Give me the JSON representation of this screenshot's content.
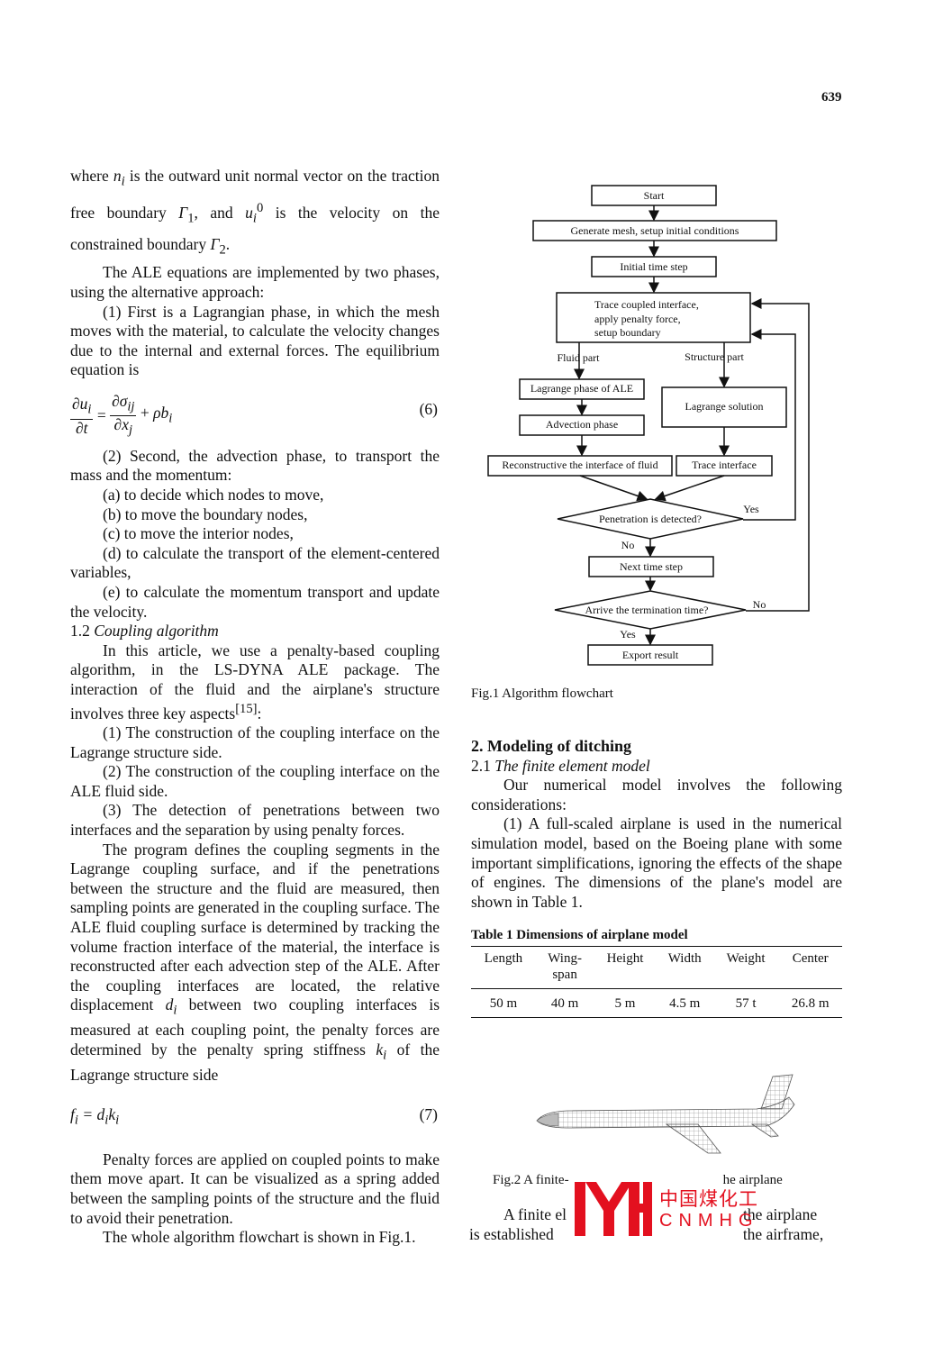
{
  "page_number": "639",
  "left": {
    "p1": "where n_i is the outward unit normal vector on the traction free boundary Γ1, and u_i^0 is the velocity on the constrained boundary Γ2.",
    "p1_a": "where",
    "p1_b": "is the outward unit normal vector on the",
    "p1_c": "traction free boundary",
    "p1_d": ", and",
    "p1_e": "is the velocity on",
    "p1_f": "the constrained boundary",
    "p2": "The ALE equations are implemented by two phases, using the alternative approach:",
    "p3": "(1) First is a Lagrangian phase, in which the mesh moves with the material, to calculate the velocity changes due to the internal and external forces. The equilibrium equation is",
    "eq6_num": "(6)",
    "p4": "(2) Second, the advection phase, to transport the mass and the momentum:",
    "items": [
      "(a) to decide which nodes to move,",
      "(b) to move the boundary nodes,",
      "(c) to move the interior nodes,",
      "(d) to calculate the transport of the element-centered variables,",
      "(e) to calculate the momentum transport and update the velocity."
    ],
    "sec12_num": "1.2",
    "sec12_title": "Coupling algorithm",
    "p5": "In this article, we use a penalty-based coupling algorithm, in the LS-DYNA ALE package. The interaction of the fluid and the airplane's structure involves three key aspects",
    "p5_ref": "[15]",
    "aspects": [
      "(1) The construction of the coupling interface on the Lagrange structure side.",
      "(2) The construction of the coupling interface on the ALE fluid side.",
      "(3) The detection of penetrations between two interfaces and the separation by using penalty forces."
    ],
    "p6": "The program defines the coupling segments in the Lagrange coupling surface, and if the penetrations between the structure and the fluid are measured, then sampling points are generated in the coupling surface. The ALE fluid coupling surface is determined by tracking the volume fraction interface of the material, the interface is reconstructed after each advection step of the ALE. After the coupling interfaces are located, the relative displacement",
    "p6_b": "between two coupling interfaces is measured at each coupling point, the penalty forces are determined by the penalty spring stiffness",
    "p6_c": "of the Lagrange structure side",
    "eq7_num": "(7)",
    "p7": "Penalty forces are applied on coupled points to make them move apart. It can be visualized as a spring added between the sampling points of the structure and the fluid to avoid their penetration.",
    "p8": "The whole algorithm flowchart is shown in Fig.1."
  },
  "flowchart": {
    "start": "Start",
    "generate": "Generate mesh, setup initial conditions",
    "initial": "Initial time step",
    "trace1": "Trace coupled interface,",
    "trace2": "apply penalty force,",
    "trace3": "setup boundary",
    "fluid_part": "Fluid part",
    "structure_part": "Structure part",
    "lagrange_phase": "Lagrange phase of ALE",
    "lagrange_solution": "Lagrange solution",
    "advection": "Advection phase",
    "reconstruct": "Reconstructive the interface of fluid",
    "trace_interface": "Trace interface",
    "penetration": "Penetration is detected?",
    "yes1": "Yes",
    "no1": "No",
    "next_step": "Next time step",
    "termination": "Arrive the termination time?",
    "no2": "No",
    "yes2": "Yes",
    "export": "Export result"
  },
  "fig1_caption": "Fig.1 Algorithm flowchart",
  "sec2_title": "2. Modeling of ditching",
  "sec21_num": "2.1",
  "sec21_title": "The finite element model",
  "r_p1": "Our numerical model involves the following considerations:",
  "r_p2": "(1) A full-scaled airplane is used in the numerical simulation model, based on the Boeing plane with some important simplifications, ignoring the effects of the shape of engines. The dimensions of the plane's model are shown in Table 1.",
  "table1": {
    "caption": "Table 1 Dimensions of airplane model",
    "headers": [
      "Length",
      "Wing-span",
      "Height",
      "Width",
      "Weight",
      "Center"
    ],
    "headers_split": [
      [
        "Length"
      ],
      [
        "Wing-",
        "span"
      ],
      [
        "Height"
      ],
      [
        "Width"
      ],
      [
        "Weight"
      ],
      [
        "Center"
      ]
    ],
    "row": [
      "50 m",
      "40 m",
      "5 m",
      "4.5 m",
      "57 t",
      "26.8 m"
    ]
  },
  "fig2_caption_a": "Fig.2 A finite-",
  "fig2_caption_b": "he airplane",
  "r_p3_a": "A finite el",
  "r_p3_b": "the airplane",
  "r_p4_a": "is established",
  "r_p4_b": "the airframe,",
  "watermark": {
    "zh": "中国煤化工",
    "en": "CNMHG",
    "color": "#e3101f"
  }
}
